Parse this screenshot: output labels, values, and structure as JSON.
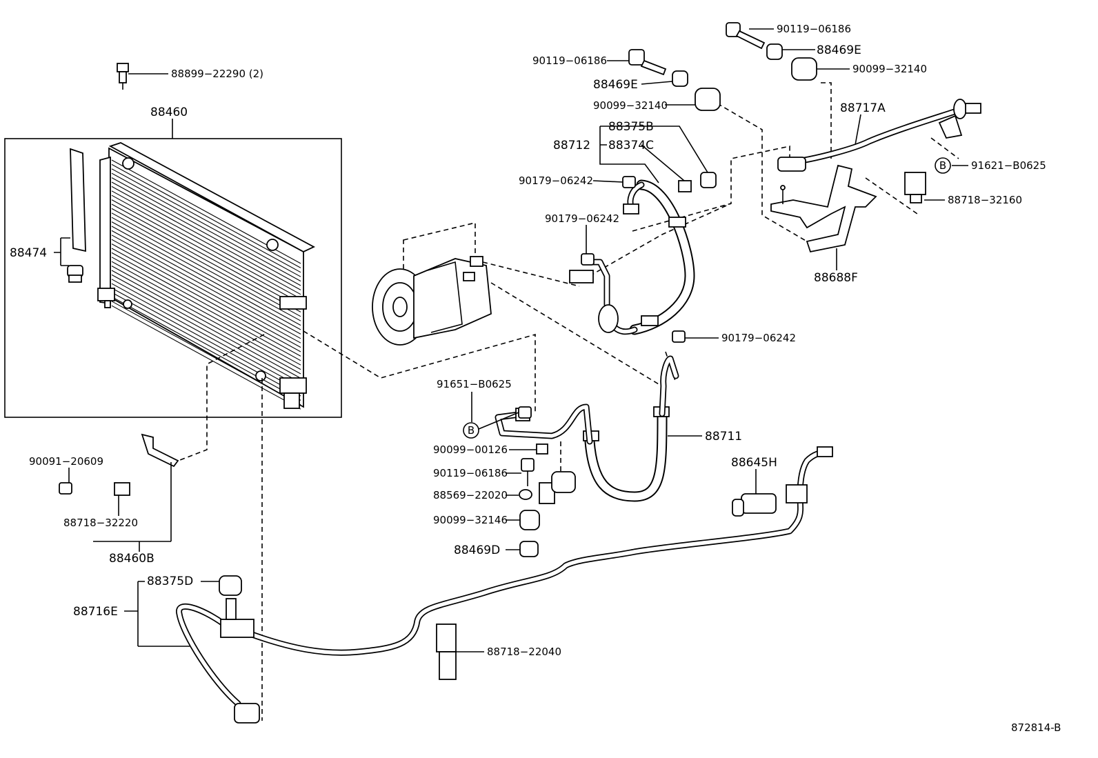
{
  "diagram_id": "872814-B",
  "labels": {
    "p88899_22290": "88899−22290 (2)",
    "p88460": "88460",
    "p88474": "88474",
    "p90091_20609": "90091−20609",
    "p88718_32220": "88718−32220",
    "p88460b": "88460B",
    "p88375d": "88375D",
    "p88716e": "88716E",
    "p88718_22040": "88718−22040",
    "p91651_b0625": "91651−B0625",
    "p90099_00126": "90099−00126",
    "p90119_06186_low": "90119−06186",
    "p88569_22020": "88569−22020",
    "p90099_32146": "90099−32146",
    "p88469d": "88469D",
    "p88711": "88711",
    "p88645h": "88645H",
    "p90119_06186_top": "90119−06186",
    "p88469e_top": "88469E",
    "p90099_32140_top": "90099−32140",
    "p90119_06186_mid": "90119−06186",
    "p88469e_mid": "88469E",
    "p90099_32140_mid": "90099−32140",
    "p88717a": "88717A",
    "p88375b": "88375B",
    "p88712": "88712",
    "p88374c": "88374C",
    "p90179_06242_a": "90179−06242",
    "p90179_06242_b": "90179−06242",
    "p90179_06242_c": "90179−06242",
    "p91621_b0625": "91621−B0625",
    "p88718_32160": "88718−32160",
    "p88688f": "88688F"
  },
  "markers": {
    "b_left": "B",
    "b_right": "B"
  }
}
